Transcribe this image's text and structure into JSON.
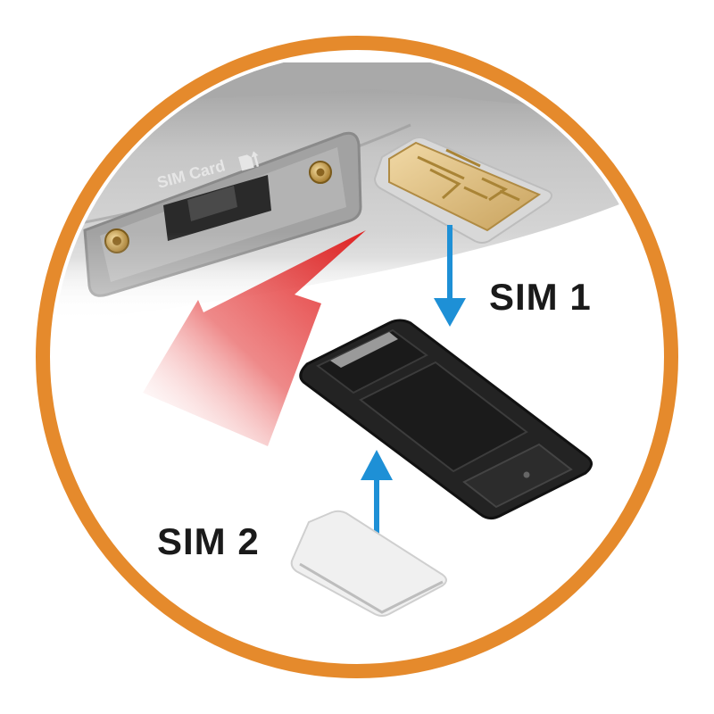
{
  "colors": {
    "ring": "#E58A2C",
    "arrow_blue": "#1E90D6",
    "arrow_red": "#E02020",
    "device_gray": "#B9B9B9",
    "tray": "#222222",
    "sim_gold": "#E2C58A",
    "sim_card_white": "#F2F2F2"
  },
  "device": {
    "slot_caption": "SIM Card",
    "slot_icon": "sim-card-icon"
  },
  "labels": {
    "sim1": "SIM 1",
    "sim2": "SIM 2"
  },
  "icons": [
    "blue-arrow-down-icon",
    "blue-arrow-up-icon",
    "red-insert-arrow-icon"
  ]
}
